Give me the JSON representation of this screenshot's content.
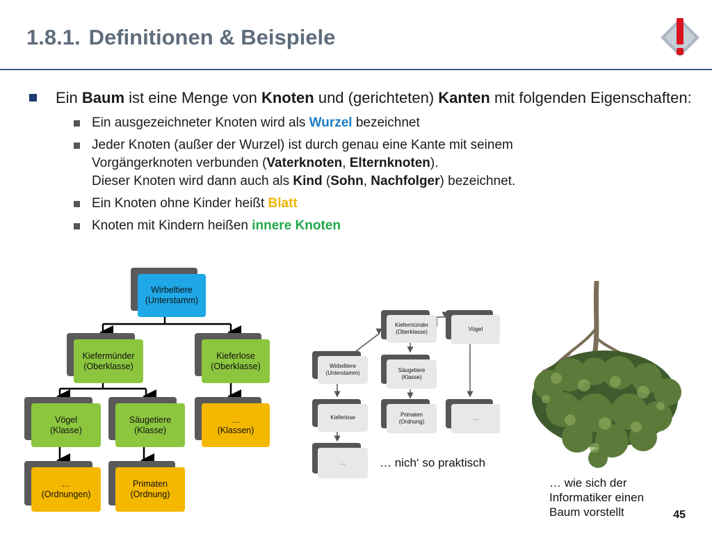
{
  "header": {
    "number": "1.8.1.",
    "title": "Definitionen & Beispiele"
  },
  "bullets": {
    "main": {
      "t1": "Ein ",
      "b1": "Baum",
      "t2": " ist eine Menge von ",
      "b2": "Knoten",
      "t3": " und (gerichteten) ",
      "b3": "Kanten",
      "t4": " mit folgenden Eigenschaften:"
    },
    "s1": {
      "t1": "Ein ausgezeichneter Knoten wird als ",
      "hl": "Wurzel",
      "t2": " bezeichnet"
    },
    "s2": {
      "t1": "Jeder Knoten (außer der Wurzel) ist durch genau eine Kante mit seinem",
      "t2": "Vorgängerknoten verbunden (",
      "b1": "Vaterknoten",
      "t3": ", ",
      "b2": "Elternknoten",
      "t4": ").",
      "t5": "Dieser Knoten wird dann auch als ",
      "b3": "Kind",
      "t6": " (",
      "b4": "Sohn",
      "t7": ", ",
      "b5": "Nachfolger",
      "t8": ") bezeichnet."
    },
    "s3": {
      "t1": "Ein Knoten ohne Kinder heißt ",
      "hl": "Blatt"
    },
    "s4": {
      "t1": "Knoten mit Kindern heißen ",
      "hl": "innere Knoten"
    }
  },
  "tree1": {
    "root": [
      "Wirbeltiere",
      "(Unterstamm)"
    ],
    "kiefermuender": [
      "Kiefermünder",
      "(Oberklasse)"
    ],
    "kieferlose": [
      "Kieferlose",
      "(Oberklasse)"
    ],
    "voegel": [
      "Vögel",
      "(Klasse)"
    ],
    "saeugetiere": [
      "Säugetiere",
      "(Klasse)"
    ],
    "klassen": [
      "…",
      "(Klassen)"
    ],
    "ordnungen": [
      "…",
      "(Ordnungen)"
    ],
    "primaten": [
      "Primaten",
      "(Ordnung)"
    ]
  },
  "tree2": {
    "root": [
      "Wirbeltiere",
      "(Unterstamm)"
    ],
    "kiefermuender": [
      "Kiefermünder",
      "(Oberklasse)"
    ],
    "voegel": [
      "Vögel"
    ],
    "saeugetiere": [
      "Säugetiere",
      "(Klasse)"
    ],
    "kieferlose": [
      "Kieferlose"
    ],
    "primaten": [
      "Primaten",
      "(Ordnung)"
    ],
    "dots1": [
      "…"
    ],
    "dots2": [
      "…"
    ],
    "caption": "… nich‘ so praktisch"
  },
  "photo_caption": [
    "… wie sich der",
    "Informatiker einen",
    "Baum vorstellt"
  ],
  "page_number": "45",
  "colors": {
    "blue_node": "#1ea8e8",
    "green_node": "#8cc63f",
    "yellow_node": "#f5b800",
    "gray_node": "#e8e8e8",
    "title": "#5f6c7c",
    "rule": "#3d5a80"
  }
}
